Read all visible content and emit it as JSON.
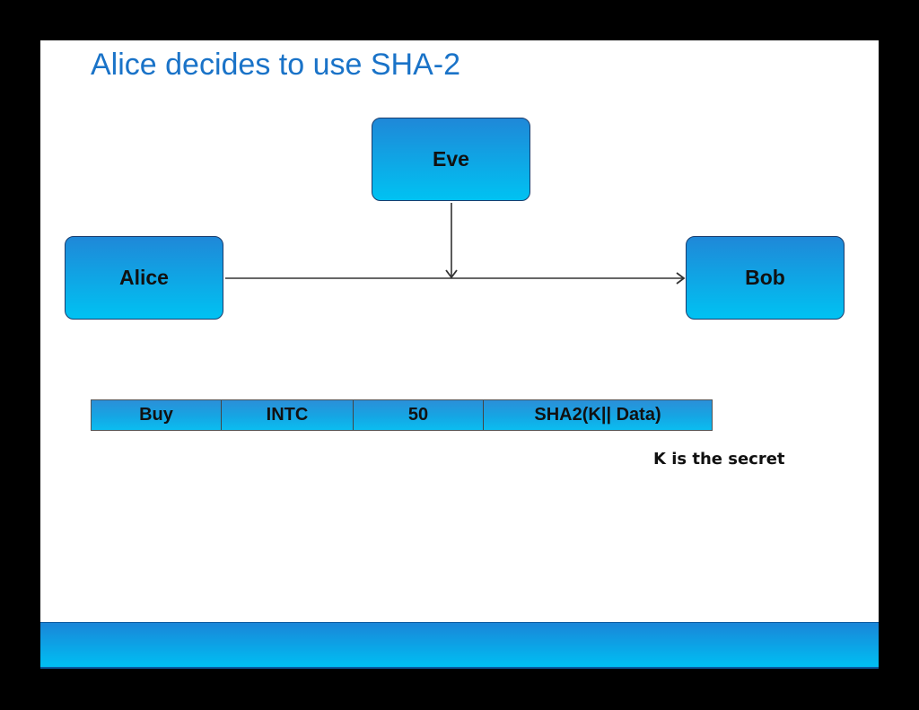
{
  "slide": {
    "title": "Alice decides to use SHA-2",
    "nodes": {
      "eve": "Eve",
      "alice": "Alice",
      "bob": "Bob"
    },
    "edges": [
      {
        "from": "Alice",
        "to": "Bob"
      },
      {
        "from": "Eve",
        "to": "Alice–Bob channel"
      }
    ],
    "message": {
      "fields": [
        "Buy",
        "INTC",
        "50",
        "SHA2(K|| Data)"
      ]
    },
    "note": "K is the secret"
  },
  "colors": {
    "title": "#1a73c8",
    "node_fill_top": "#1f88d8",
    "node_fill_bottom": "#00c2f2",
    "node_border": "#1a3d6e",
    "arrow": "#333333"
  }
}
